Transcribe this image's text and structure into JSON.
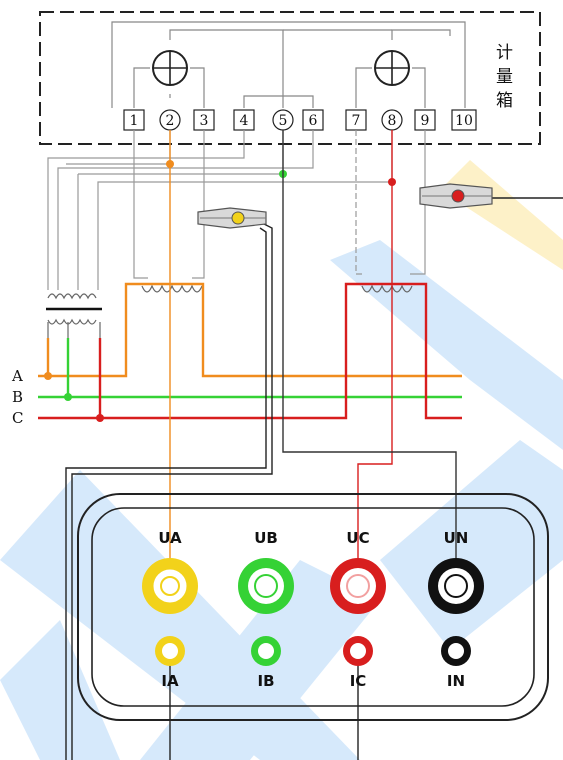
{
  "meter_box": {
    "title_chars": [
      "计",
      "量",
      "箱"
    ],
    "terminals": [
      "1",
      "2",
      "3",
      "4",
      "5",
      "6",
      "7",
      "8",
      "9",
      "10"
    ]
  },
  "phases": [
    "A",
    "B",
    "C"
  ],
  "jacks": {
    "voltage": [
      "UA",
      "UB",
      "UC",
      "UN"
    ],
    "current": [
      "IA",
      "IB",
      "IC",
      "IN"
    ]
  },
  "colors": {
    "phase_a": "#f08c1e",
    "phase_b": "#35d235",
    "phase_c": "#d81e1e",
    "neutral": "#111111",
    "yellow_jack": "#f2d21a",
    "watermark_blue": "#cfe6fa",
    "watermark_yellow": "#fdf1c8"
  }
}
